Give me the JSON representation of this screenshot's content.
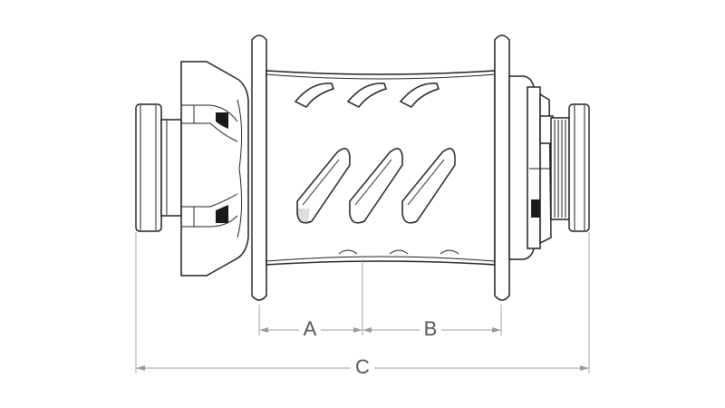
{
  "diagram": {
    "colors": {
      "outline": "#222222",
      "dimension_line": "#9a9a9a",
      "label": "#555555",
      "background": "#ffffff"
    },
    "dimensions": [
      {
        "id": "A",
        "label": "A"
      },
      {
        "id": "B",
        "label": "B"
      },
      {
        "id": "C",
        "label": "C"
      }
    ]
  }
}
